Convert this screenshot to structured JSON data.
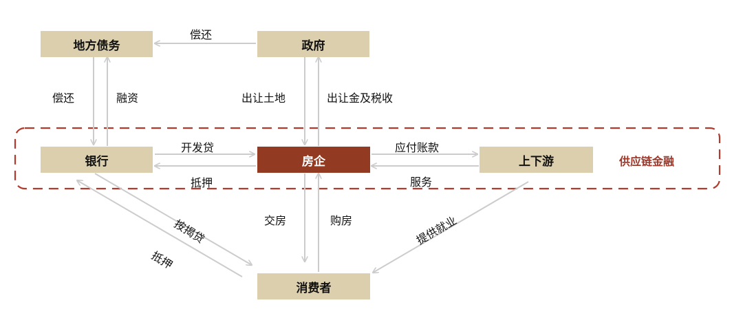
{
  "nodes": {
    "local_debt": "地方债务",
    "government": "政府",
    "bank": "银行",
    "developer": "房企",
    "supply_chain": "上下游",
    "consumer": "消费者"
  },
  "edges": {
    "gov_to_debt": "偿还",
    "debt_repay": "偿还",
    "financing": "融资",
    "land_transfer": "出让土地",
    "land_fee_tax": "出让金及税收",
    "dev_loan": "开发贷",
    "mortgage_dev": "抵押",
    "payable": "应付账款",
    "service": "服务",
    "deliver_house": "交房",
    "buy_house": "购房",
    "mortgage_loan": "按揭贷",
    "mortgage_consumer": "抵押",
    "employment": "提供就业"
  },
  "region_label": "供应链金融",
  "colors": {
    "node_fill": "#dccfae",
    "highlight_fill": "#923b22",
    "arrow": "#cccccc",
    "dash_border": "#b23a2c",
    "region_text": "#a0382a"
  }
}
